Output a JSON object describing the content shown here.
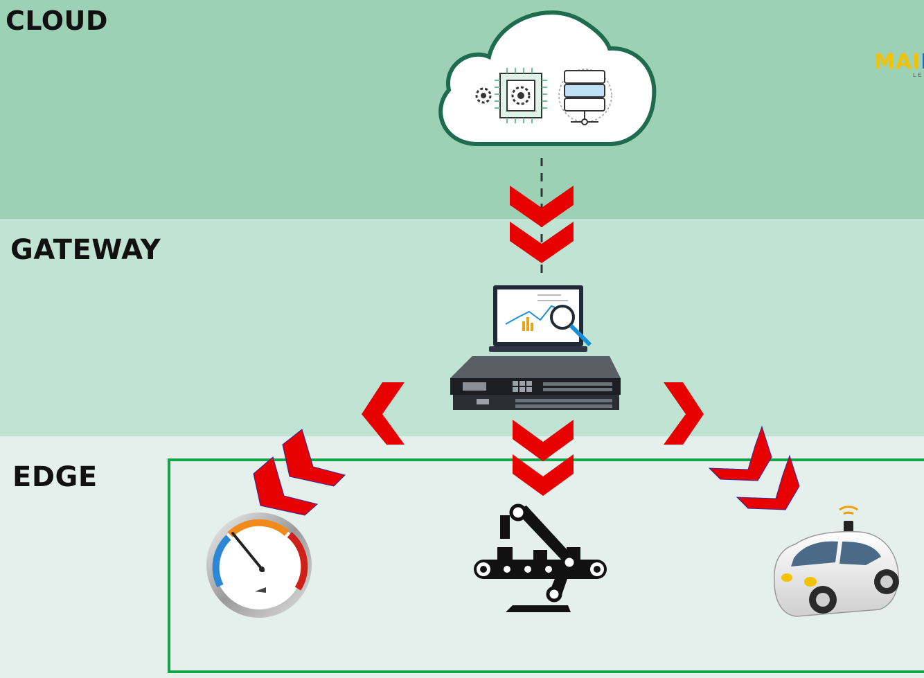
{
  "tiers": {
    "cloud": "CLOUD",
    "gateway": "GATEWAY",
    "edge": "EDGE"
  },
  "logo": {
    "text_a": "MAI",
    "text_b": "K",
    "sub": "LE"
  },
  "colors": {
    "cloud_band": "#9dd1b5",
    "gateway_band": "#c0e3d3",
    "edge_band": "#e5f0ec",
    "arrow": "#e60000",
    "edge_border": "#16a34a",
    "cloud_outline": "#1f6b4d"
  },
  "icons": [
    "cloud-icon",
    "processor-gear-icon",
    "server-stack-icon",
    "laptop-analytics-icon",
    "network-switch-icon",
    "gauge-icon",
    "robot-arm-conveyor-icon",
    "autonomous-car-icon"
  ]
}
